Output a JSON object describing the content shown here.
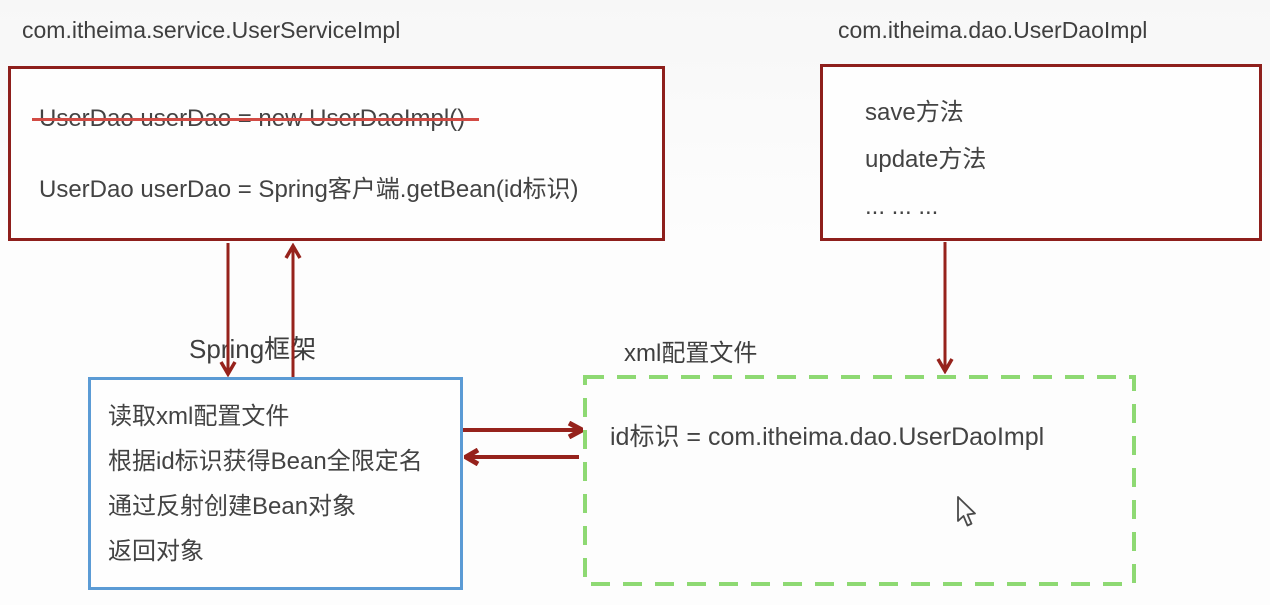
{
  "colors": {
    "box_red": "#8e1f1c",
    "arrow_red": "#96221c",
    "strike_red": "#d24b44",
    "box_blue": "#5b9bd5",
    "box_green_dash": "#8ed973",
    "text": "#434343",
    "background": "#f9f9f9"
  },
  "service_class": {
    "label": "com.itheima.service.UserServiceImpl",
    "old_code": "UserDao userDao = new UserDaoImpl()",
    "new_code": "UserDao userDao = Spring客户端.getBean(id标识)"
  },
  "dao_class": {
    "label": "com.itheima.dao.UserDaoImpl",
    "methods": [
      "save方法",
      "update方法",
      "... ... ..."
    ]
  },
  "spring_framework": {
    "label": "Spring框架",
    "steps": [
      "读取xml配置文件",
      "根据id标识获得Bean全限定名",
      "通过反射创建Bean对象",
      "返回对象"
    ]
  },
  "xml_config": {
    "label": "xml配置文件",
    "entry": "id标识 = com.itheima.dao.UserDaoImpl"
  }
}
